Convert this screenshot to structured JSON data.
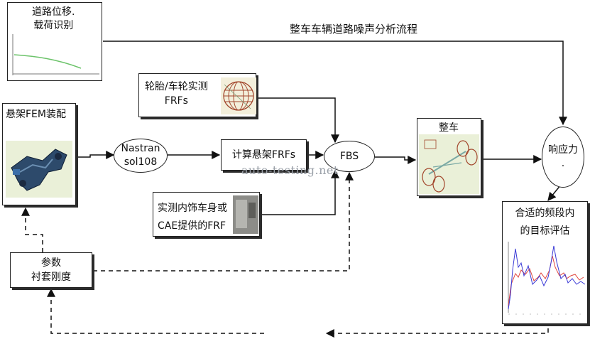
{
  "diagram": {
    "title": "整车车辆道路噪声分析流程",
    "watermark": "auto-testing.net",
    "nodes": {
      "load_identification": {
        "line1": "道路位移.",
        "line2": "载荷识别"
      },
      "tire_frf": {
        "line1": "轮胎/车轮实测",
        "line2": "FRFs"
      },
      "suspension_fem": {
        "label": "悬架FEM装配"
      },
      "nastran": {
        "line1": "Nastran",
        "line2": "sol108"
      },
      "calc_suspension_frf": {
        "label": "计算悬架FRFs"
      },
      "fbs": {
        "label": "FBS"
      },
      "full_vehicle": {
        "label": "整车"
      },
      "response_force": {
        "line1": "响应力",
        "line2": "."
      },
      "trim_body_frf": {
        "line1": "实测内饰车身或",
        "line2": "CAE提供的FRF"
      },
      "target_eval": {
        "line1": "合适的频段内",
        "line2": "的目标评估"
      },
      "params": {
        "line1": "参数",
        "line2": "衬套刚度"
      }
    }
  },
  "colors": {
    "load_curve": "#6cc36a",
    "eval_blue": "#3a3ad6",
    "eval_red": "#e0463e",
    "watermark": "#9aa0a8",
    "line": "#111111"
  }
}
